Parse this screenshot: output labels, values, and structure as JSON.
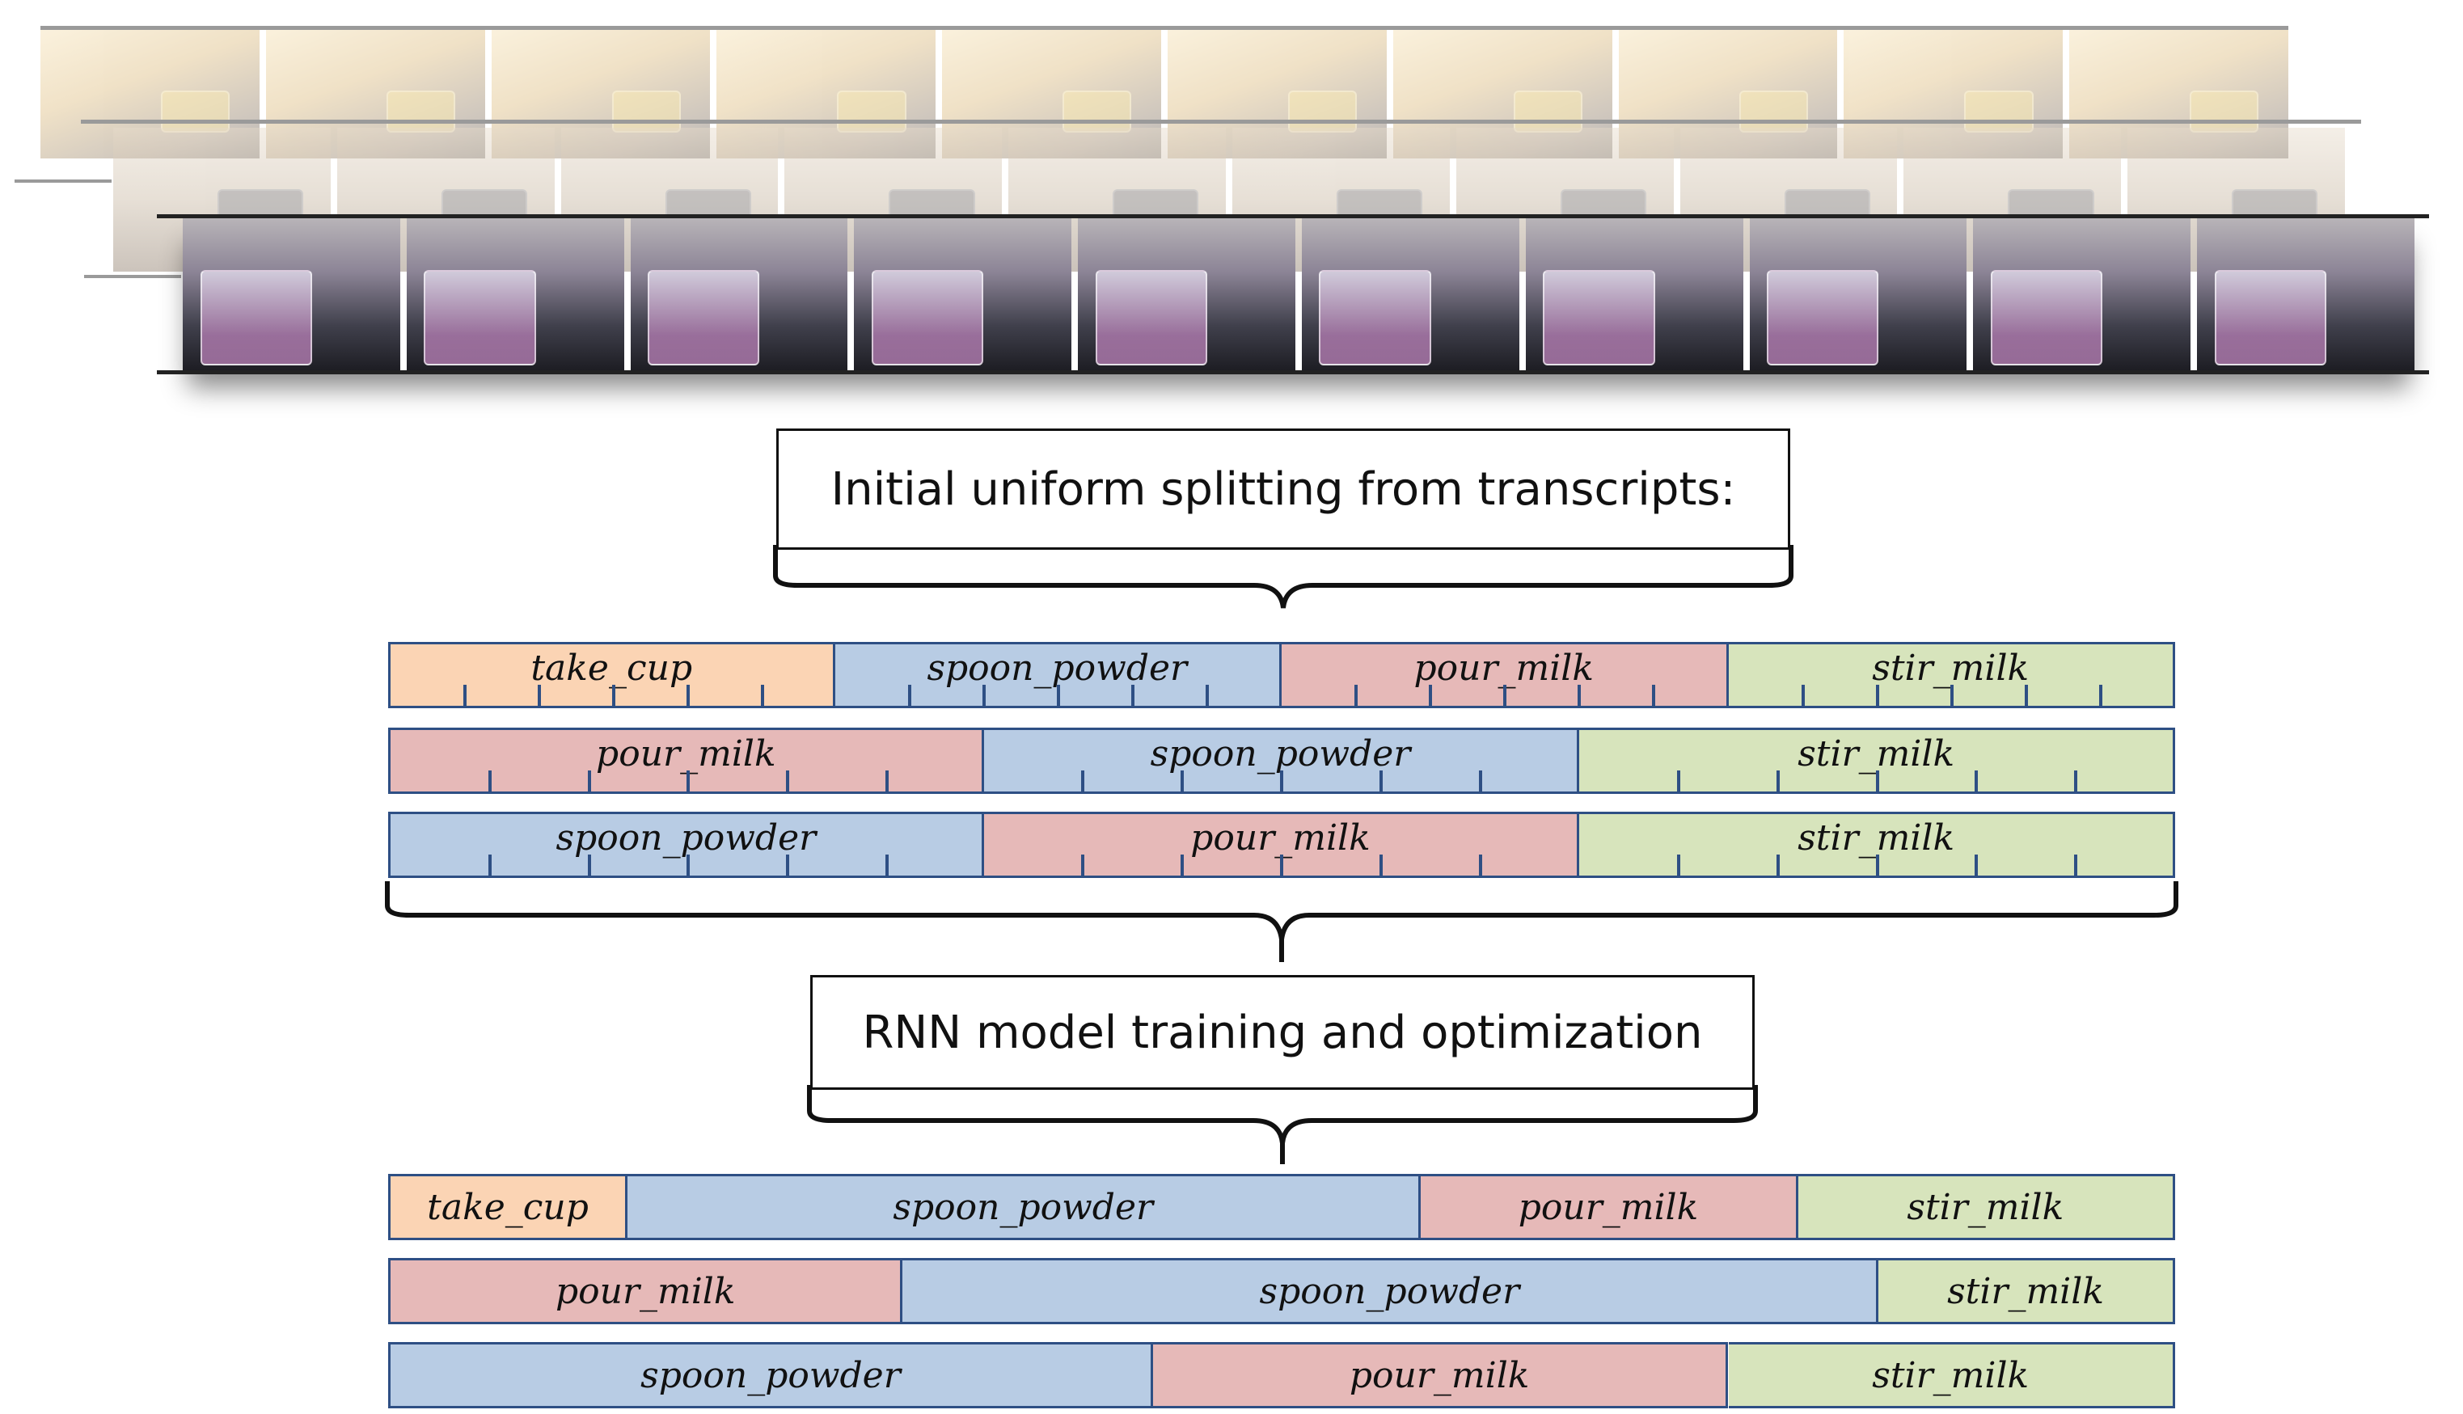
{
  "boxes": {
    "initial": "Initial uniform splitting from transcripts:",
    "training": "RNN model training and optimization"
  },
  "colors": {
    "take_cup": "#fbd4b4",
    "spoon_powder": "#b8cce4",
    "pour_milk": "#e6b9b8",
    "stir_milk": "#d7e4bc",
    "border": "#2e4f84"
  },
  "initial_bars": [
    {
      "segments": [
        {
          "label": "take_cup",
          "action": "take_cup",
          "ticks": 5
        },
        {
          "label": "spoon_powder",
          "action": "spoon_powder",
          "ticks": 5
        },
        {
          "label": "pour_milk",
          "action": "pour_milk",
          "ticks": 5
        },
        {
          "label": "stir_milk",
          "action": "stir_milk",
          "ticks": 5
        }
      ]
    },
    {
      "segments": [
        {
          "label": "pour_milk",
          "action": "pour_milk",
          "ticks": 5
        },
        {
          "label": "spoon_powder",
          "action": "spoon_powder",
          "ticks": 5
        },
        {
          "label": "stir_milk",
          "action": "stir_milk",
          "ticks": 5
        }
      ]
    },
    {
      "segments": [
        {
          "label": "spoon_powder",
          "action": "spoon_powder",
          "ticks": 5
        },
        {
          "label": "pour_milk",
          "action": "pour_milk",
          "ticks": 5
        },
        {
          "label": "stir_milk",
          "action": "stir_milk",
          "ticks": 5
        }
      ]
    }
  ],
  "final_bars": [
    {
      "segments": [
        {
          "label": "take_cup",
          "action": "take_cup",
          "share": 0.134
        },
        {
          "label": "spoon_powder",
          "action": "spoon_powder",
          "share": 0.444
        },
        {
          "label": "pour_milk",
          "action": "pour_milk",
          "share": 0.211
        },
        {
          "label": "stir_milk",
          "action": "stir_milk",
          "share": 0.211
        }
      ]
    },
    {
      "segments": [
        {
          "label": "pour_milk",
          "action": "pour_milk",
          "share": 0.288
        },
        {
          "label": "spoon_powder",
          "action": "spoon_powder",
          "share": 0.546
        },
        {
          "label": "stir_milk",
          "action": "stir_milk",
          "share": 0.166
        }
      ]
    },
    {
      "segments": [
        {
          "label": "spoon_powder",
          "action": "spoon_powder",
          "share": 0.428
        },
        {
          "label": "pour_milk",
          "action": "pour_milk",
          "share": 0.322
        },
        {
          "label": "stir_milk",
          "action": "stir_milk",
          "share": 0.25
        }
      ]
    }
  ]
}
